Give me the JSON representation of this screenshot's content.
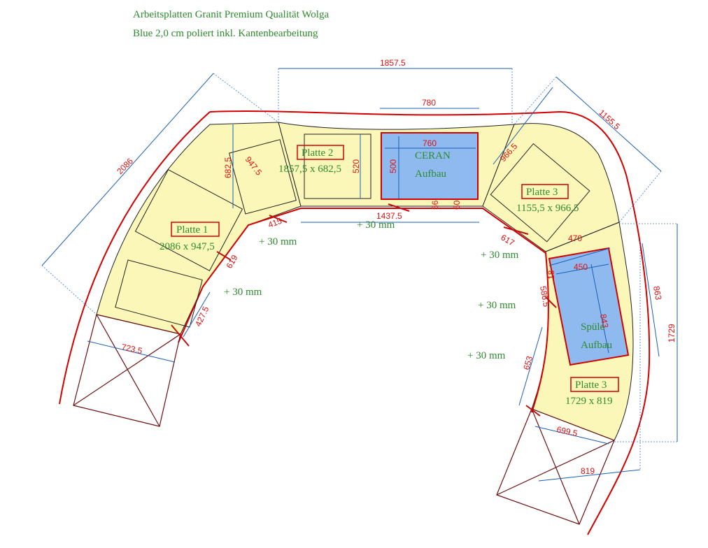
{
  "title": {
    "line1": "Arbeitsplatten Granit Premium Qualität Wolga",
    "line2": "Blue 2,0 cm poliert inkl. Kantenbearbeitung"
  },
  "colors": {
    "panel_fill": "#fbf7b8",
    "appliance_fill": "#8fbaf0",
    "outline": "#d40000",
    "dimension_text": "#e01010",
    "dimension_line": "#1a5fb4",
    "label_text": "#2e8b2e"
  },
  "panels": [
    {
      "name": "Platte 1",
      "size": "2086 x 947,5"
    },
    {
      "name": "Platte 2",
      "size": "1857,5 x 682,5"
    },
    {
      "name": "Platte 3",
      "size": "1155,5 x 966,5"
    },
    {
      "name": "Platte 3",
      "size": "1729 x 819"
    }
  ],
  "appliances": [
    {
      "line1": "CERAN",
      "line2": "Aufbau"
    },
    {
      "line1": "Spüle",
      "line2": "Aufbau"
    }
  ],
  "notes": {
    "plus30": "+ 30 mm"
  },
  "dimensions": {
    "d1857": "1857.5",
    "d780": "780",
    "d760": "760",
    "d500": "500",
    "d520": "520",
    "d6825": "682.5",
    "d9475": "947.5",
    "d2086": "2086",
    "d11555": "1155.5",
    "d9665": "966.5",
    "d14375": "1437.5",
    "d415": "415",
    "d619": "619",
    "d4275": "427.5",
    "d7235": "723.5",
    "d617": "617",
    "d470": "470",
    "d450": "450",
    "d843": "843",
    "d863": "863",
    "d1729": "1729",
    "d5865": "586.5",
    "d653": "653",
    "d6995": "699.5",
    "d819": "819",
    "d56a": "56",
    "d60a": "60",
    "d18": "18"
  }
}
